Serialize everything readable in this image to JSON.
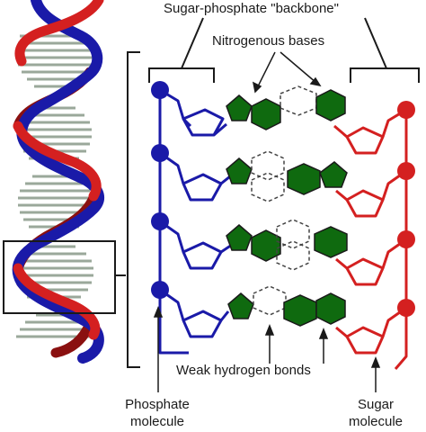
{
  "labels": {
    "backbone": "Sugar-phosphate \"backbone\"",
    "bases": "Nitrogenous bases",
    "hbonds": "Weak hydrogen bonds",
    "phosphate_line1": "Phosphate",
    "phosphate_line2": "molecule",
    "sugar_line1": "Sugar",
    "sugar_line2": "molecule"
  },
  "colors": {
    "strand_blue": "#1a1aa8",
    "strand_red": "#d42020",
    "strand_dark_red": "#8a1010",
    "base_green": "#0f6a0f",
    "rung_gray": "#9aa89a",
    "line_black": "#1a1a1a"
  },
  "icons": [
    "phosphate-circle-icon",
    "sugar-pentagon-icon",
    "base-hexagon-icon",
    "base-pentagon-icon",
    "hydrogen-bond-outline-icon"
  ]
}
